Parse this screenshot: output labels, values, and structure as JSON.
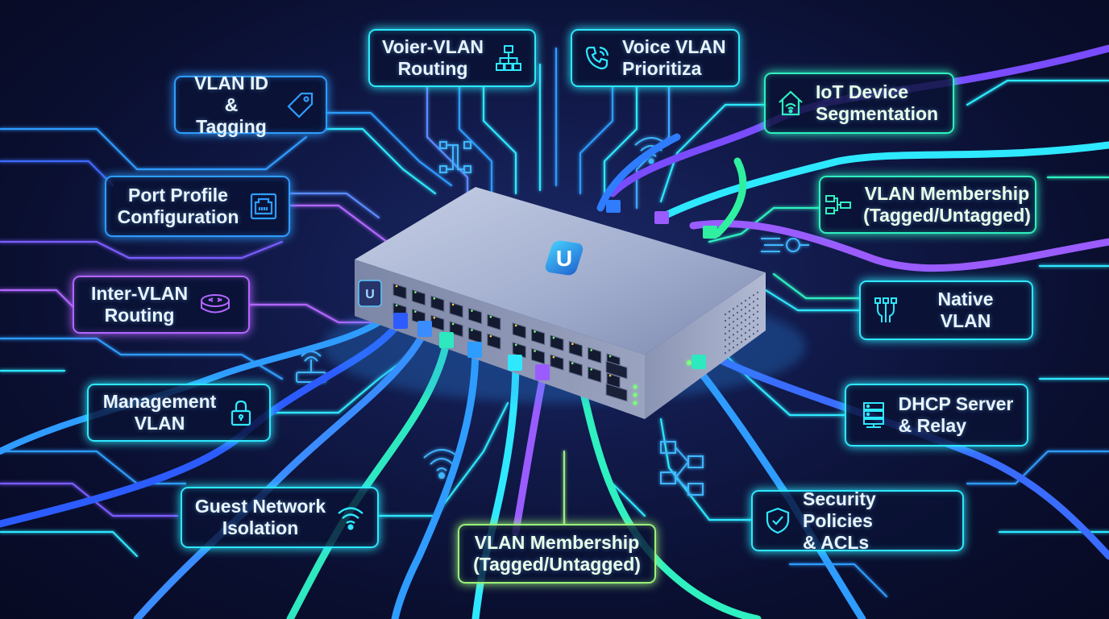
{
  "boxes": {
    "inter_vlan_routing_top": {
      "line1": "Voier-VLAN",
      "line2": "Routing",
      "icon": "network-hierarchy-icon"
    },
    "voice_vlan": {
      "line1": "Voice VLAN",
      "line2": "Prioritiza",
      "icon": "phone-icon"
    },
    "vlan_id_tagging": {
      "line1": "VLAN ID",
      "line2": "& Tagging",
      "icon": "tag-icon"
    },
    "iot_segmentation": {
      "line1": "IoT Device",
      "line2": "Segmentation",
      "icon": "smart-home-icon"
    },
    "port_profile": {
      "line1": "Port Profile",
      "line2": "Configuration",
      "icon": "ethernet-port-icon"
    },
    "vlan_membership_right": {
      "line1": "VLAN Membership",
      "line2": "(Tagged/Untagged)",
      "icon": "hierarchy-list-icon"
    },
    "inter_vlan_routing_left": {
      "line1": "Inter-VLAN",
      "line2": "Routing",
      "icon": "router-icon"
    },
    "native_vlan": {
      "line1": "Native VLAN",
      "icon": "cables-icon"
    },
    "management_vlan": {
      "line1": "Management",
      "line2": "VLAN",
      "icon": "lock-icon"
    },
    "dhcp": {
      "line1": "DHCP Server",
      "line2": "& Relay",
      "icon": "server-icon"
    },
    "guest_network": {
      "line1": "Guest Network",
      "line2": "Isolation",
      "icon": "wifi-icon"
    },
    "vlan_membership_bottom": {
      "line1": "VLAN Membership",
      "line2": "(Tagged/Untagged)"
    },
    "security": {
      "line1": "Security Policies",
      "line2": "& ACLs",
      "icon": "shield-check-icon"
    }
  },
  "colors": {
    "background": "#0a0f2e",
    "blue": "#2f9cff",
    "cyan": "#2ee8ff",
    "teal": "#2ff0c0",
    "purple": "#b266ff",
    "green": "#9af07a",
    "switch_body": "#9aa6c4"
  },
  "switch": {
    "logo": "U",
    "port_rows": 2,
    "ports_per_row": 12,
    "sfp_slots": 2
  }
}
